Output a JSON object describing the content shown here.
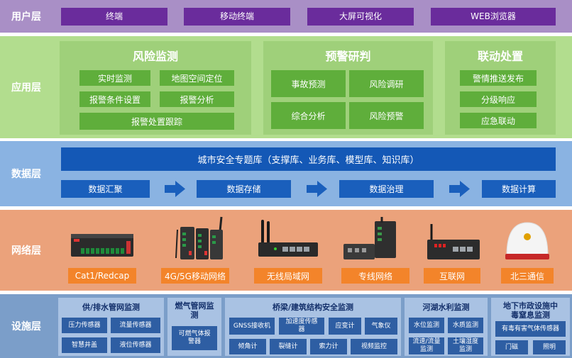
{
  "layers": {
    "user": "用户层",
    "app": "应用层",
    "data": "数据层",
    "network": "网络层",
    "facility": "设施层"
  },
  "user_layer": {
    "items": [
      "终端",
      "移动终端",
      "大屏可视化",
      "WEB浏览器"
    ]
  },
  "app_layer": {
    "risk_monitoring": {
      "title": "风险监测",
      "items": [
        "实时监测",
        "地图空间定位",
        "报警条件设置",
        "报警分析",
        "报警处置跟踪"
      ]
    },
    "early_warning": {
      "title": "预警研判",
      "items": [
        "事故预测",
        "风险调研",
        "综合分析",
        "风险预警"
      ]
    },
    "linkage": {
      "title": "联动处置",
      "items": [
        "警情推送发布",
        "分级响应",
        "应急联动"
      ]
    }
  },
  "data_layer": {
    "library": "城市安全专题库（支撑库、业务库、模型库、知识库）",
    "steps": [
      "数据汇聚",
      "数据存储",
      "数据治理",
      "数据计算"
    ]
  },
  "network_layer": {
    "items": [
      "Cat1/Redcap",
      "4G/5G移动网络",
      "无线局域网",
      "专线网络",
      "互联网",
      "北三通信"
    ]
  },
  "facility_layer": {
    "water": {
      "title": "供/排水管网监测",
      "items": [
        "压力传感器",
        "流量传感器",
        "智慧井盖",
        "液位传感器"
      ]
    },
    "gas": {
      "title": "燃气管网监测",
      "items": [
        "可燃气体报警器"
      ]
    },
    "bridge": {
      "title": "桥梁/建筑结构安全监测",
      "items": [
        "GNSS接收机",
        "加速度传感器",
        "应变计",
        "气象仪",
        "倾角计",
        "裂缝计",
        "索力计",
        "视频监控"
      ]
    },
    "river": {
      "title": "河湖水利监测",
      "items": [
        "水位监测",
        "水质监测",
        "流速/流量监测",
        "土壤湿度监测"
      ]
    },
    "underground": {
      "title": "地下市政设施中毒窒息监测",
      "items": [
        "有毒有害气体传感器",
        "门磁",
        "照明"
      ]
    }
  },
  "colors": {
    "user_bg": "#a98fc6",
    "user_box": "#6a2c9c",
    "app_bg": "#b2dd8e",
    "app_box": "#5fae3b",
    "data_bg": "#8ab3e2",
    "data_box": "#1458b6",
    "net_bg": "#eba27b",
    "net_box": "#f3842a",
    "fac_bg": "#7b9ec9",
    "fac_box": "#2e5ea3"
  }
}
